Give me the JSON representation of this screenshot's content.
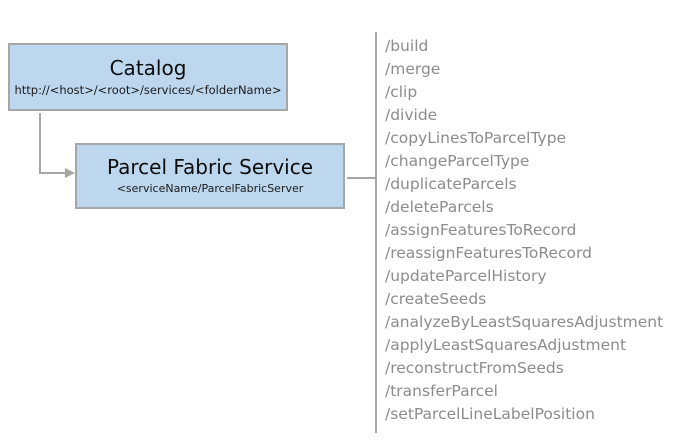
{
  "diagram": {
    "catalog_box": {
      "title": "Catalog",
      "url_template": "http://<host>/<root>/services/<folderName>"
    },
    "service_box": {
      "title": "Parcel Fabric Service",
      "subtitle": "<serviceName/ParcelFabricServer"
    },
    "operations": [
      "/build",
      "/merge",
      "/clip",
      "/divide",
      "/copyLinesToParcelType",
      "/changeParcelType",
      "/duplicateParcels",
      "/deleteParcels",
      "/assignFeaturesToRecord",
      "/reassignFeaturesToRecord",
      "/updateParcelHistory",
      "/createSeeds",
      "/analyzeByLeastSquaresAdjustment",
      "/applyLeastSquaresAdjustment",
      "/reconstructFromSeeds",
      "/transferParcel",
      "/setParcelLineLabelPosition"
    ],
    "colors": {
      "box_fill": "#BDD7EE",
      "box_border": "#A6A6A6",
      "connector": "#A6A6A6",
      "title_text": "#0D0D0D",
      "operation_text": "#8C8C8C",
      "background": "#FFFFFF"
    }
  }
}
